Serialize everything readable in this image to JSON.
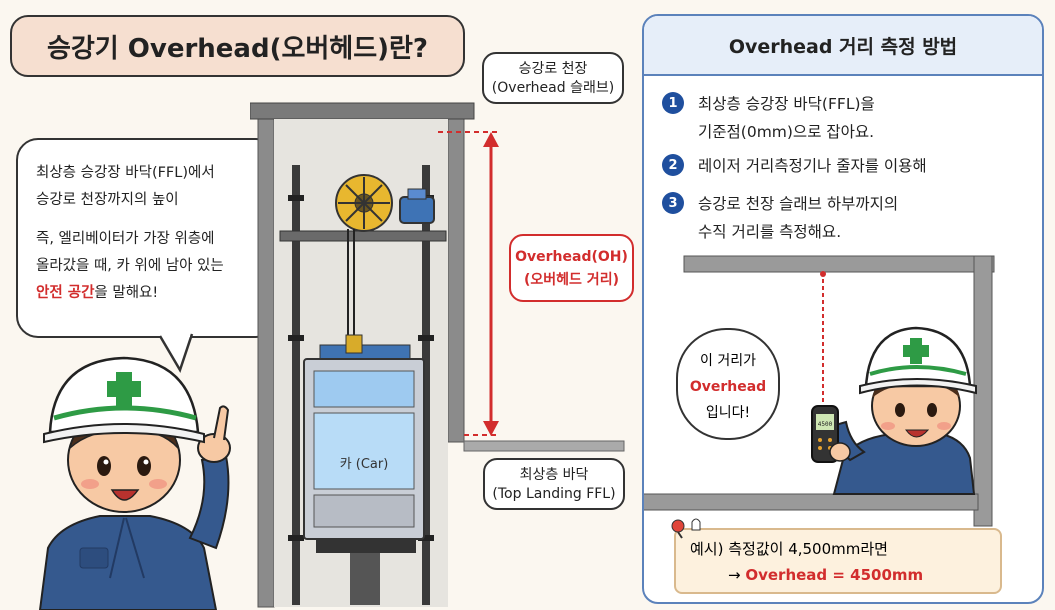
{
  "title": "승강기 Overhead(오버헤드)란?",
  "left_speech": {
    "line1": "최상층 승강장 바닥(FFL)에서",
    "line2": "승강로 천장까지의 높이",
    "line3": "즉, 엘리베이터가 가장 위층에",
    "line4": "올라갔을 때, 카 위에 남아 있는",
    "line5_red": "안전 공간",
    "line5_rest": "을 말해요!"
  },
  "labels": {
    "ceiling_line1": "승강로 천장",
    "ceiling_line2": "(Overhead 슬래브)",
    "oh_line1": "Overhead(OH)",
    "oh_line2": "(오버헤드 거리)",
    "car": "카 (Car)",
    "landing_line1": "최상층 바닥",
    "landing_line2": "(Top Landing FFL)"
  },
  "panel": {
    "title": "Overhead 거리 측정 방법",
    "steps": [
      {
        "num": "1",
        "text": "최상층 승강장 바닥(FFL)을\n기준점(0mm)으로 잡아요."
      },
      {
        "num": "2",
        "text": "레이저 거리측정기나 줄자를 이용해"
      },
      {
        "num": "3",
        "text": "승강로 천장 슬래브 하부까지의\n수직 거리를 측정해요."
      }
    ],
    "speech_line1": "이 거리가",
    "speech_line2": "Overhead",
    "speech_line3": "입니다!",
    "device_reading": "4500",
    "example_line1": "예시) 측정값이 4,500mm라면",
    "example_arrow": "→",
    "example_line2": "Overhead = 4500mm"
  },
  "colors": {
    "accent_red": "#d22d2d",
    "accent_blue": "#1f4f9e",
    "panel_border": "#5b82bb",
    "title_bg": "#f6dfd0"
  },
  "icons": [
    "pointing-worker-icon",
    "worker-with-laser-icon",
    "traction-machine-icon",
    "motor-icon",
    "laser-meter-icon",
    "pin-icon"
  ]
}
